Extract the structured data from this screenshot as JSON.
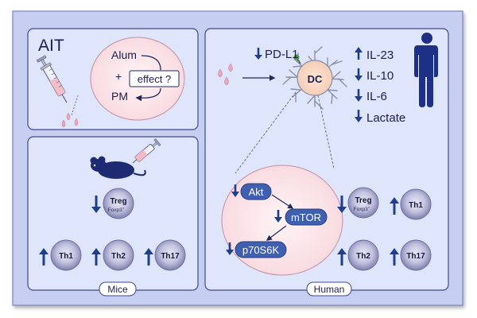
{
  "panels": {
    "ait": {
      "title": "AIT",
      "alum": "Alum",
      "plus": "+",
      "pm": "PM",
      "effect": "effect ?"
    },
    "mice": {
      "label": "Mice",
      "cells": [
        {
          "id": "treg",
          "name": "Treg",
          "sub": "Foxp3",
          "sup": "+",
          "arrow": "down"
        },
        {
          "id": "th1",
          "name": "Th1",
          "arrow": "up"
        },
        {
          "id": "th2",
          "name": "Th2",
          "arrow": "up"
        },
        {
          "id": "th17",
          "name": "Th17",
          "arrow": "up"
        }
      ]
    },
    "human": {
      "label": "Human",
      "dc": "DC",
      "pdl1": "PD-L1",
      "cytokines": [
        {
          "name": "IL-23",
          "arrow": "up"
        },
        {
          "name": "IL-10",
          "arrow": "down"
        },
        {
          "name": "IL-6",
          "arrow": "down"
        },
        {
          "name": "Lactate",
          "arrow": "down"
        }
      ],
      "pathway": [
        {
          "name": "Akt",
          "arrow": "down"
        },
        {
          "name": "mTOR",
          "arrow": "down"
        },
        {
          "name": "p70S6K",
          "arrow": "down"
        }
      ],
      "cells": [
        {
          "id": "treg",
          "name": "Treg",
          "sub": "Foxp3",
          "sup": "+",
          "arrow": "down"
        },
        {
          "id": "th1",
          "name": "Th1",
          "arrow": "up"
        },
        {
          "id": "th2",
          "name": "Th2",
          "arrow": "up"
        },
        {
          "id": "th17",
          "name": "Th17",
          "arrow": "up"
        }
      ]
    }
  },
  "colors": {
    "panel_bg": "#dfe5fb",
    "frame_bg": "#c5cff3",
    "arrow": "#1f3f8c",
    "pill": "#3f5fb0",
    "ellipse": "#fbe4e8",
    "silhouette": "#1e2f86"
  }
}
